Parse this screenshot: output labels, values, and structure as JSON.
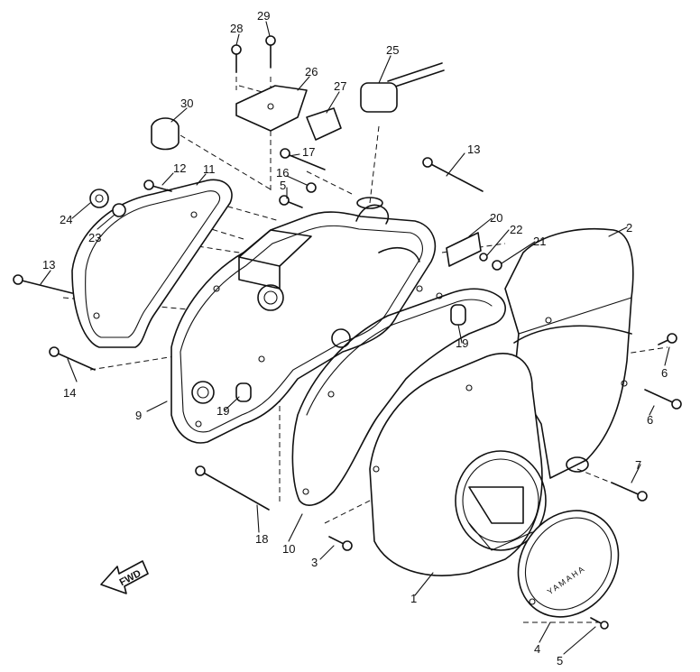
{
  "labels": {
    "n1": "1",
    "n2": "2",
    "n3": "3",
    "n4": "4",
    "n5a": "5",
    "n5b": "5",
    "n6a": "6",
    "n6b": "6",
    "n7": "7",
    "n9": "9",
    "n10": "10",
    "n11": "11",
    "n12": "12",
    "n13a": "13",
    "n13b": "13",
    "n14": "14",
    "n16": "16",
    "n17": "17",
    "n18": "18",
    "n19a": "19",
    "n19b": "19",
    "n20": "20",
    "n21": "21",
    "n22": "22",
    "n23": "23",
    "n24": "24",
    "n25": "25",
    "n26": "26",
    "n27": "27",
    "n28": "28",
    "n29": "29",
    "n30": "30"
  },
  "fwd_arrow": "FWD",
  "cover_brand": "YAMAHA"
}
